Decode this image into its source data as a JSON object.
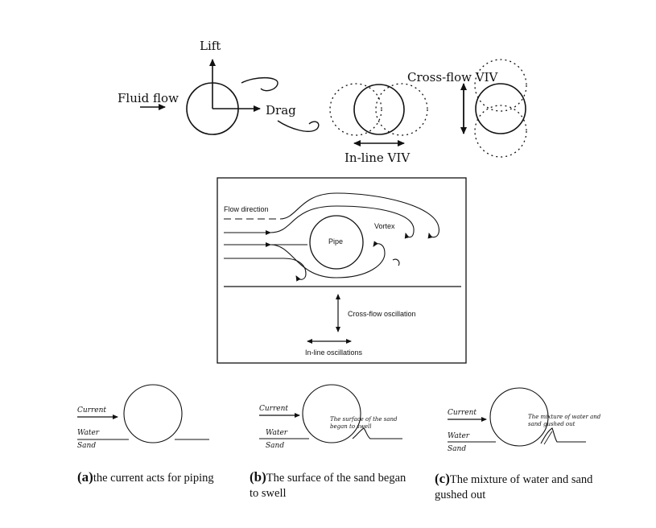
{
  "top": {
    "lift": "Lift",
    "fluid_flow": "Fluid flow",
    "drag": "Drag",
    "inline_viv": "In-line VIV",
    "crossflow_viv": "Cross-flow VIV"
  },
  "middle": {
    "flow_direction": "Flow direction",
    "pipe": "Pipe",
    "vortex": "Vortex",
    "crossflow_osc": "Cross-flow oscillation",
    "inline_osc": "In-line oscillations"
  },
  "panels": [
    {
      "current": "Current",
      "water": "Water",
      "sand": "Sand",
      "note": "",
      "note2": ""
    },
    {
      "current": "Current",
      "water": "Water",
      "sand": "Sand",
      "note": "The surface of the sand",
      "note2": "began to swell"
    },
    {
      "current": "Current",
      "water": "Water",
      "sand": "Sand",
      "note": "The mixture of water and",
      "note2": "sand gushed out"
    }
  ],
  "captions": [
    {
      "label": "(a)",
      "text": "the current acts for piping",
      "text2": ""
    },
    {
      "label": "(b)",
      "text": "The surface of the sand began",
      "text2": "to swell"
    },
    {
      "label": "(c)",
      "text": "The mixture of water and sand",
      "text2": "gushed out"
    }
  ]
}
